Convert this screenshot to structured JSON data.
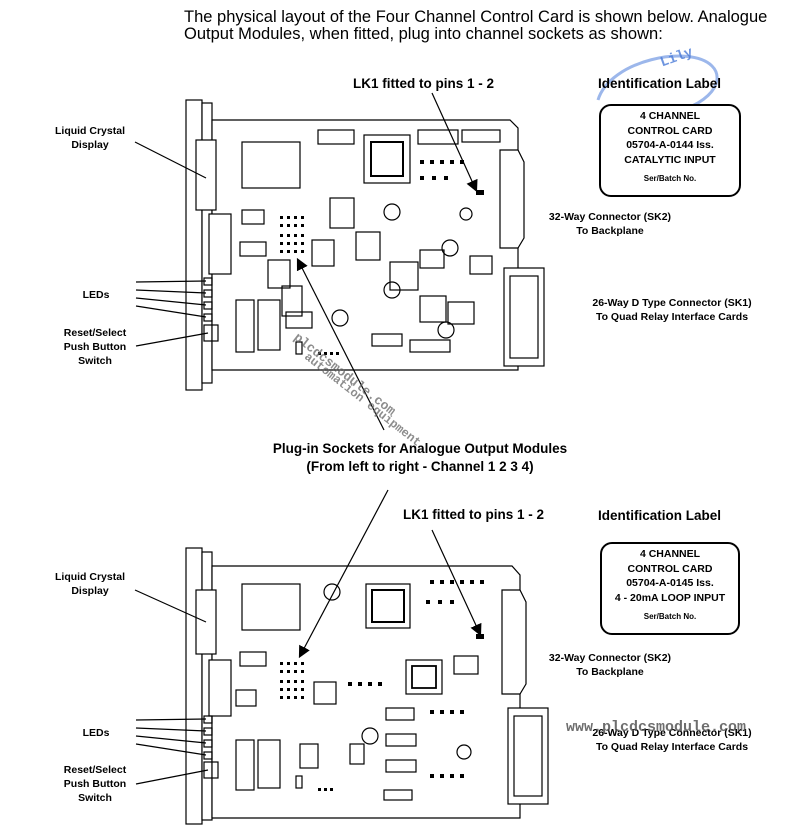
{
  "intro_text": "The physical layout of the Four Channel Control Card is shown below. Analogue Output Modules, when fitted, plug into channel sockets as shown:",
  "top_figure": {
    "lk1": "LK1 fitted to pins 1 - 2",
    "id_title": "Identification Label",
    "id_lines": [
      "4 CHANNEL",
      "CONTROL CARD",
      "05704-A-0144   Iss.",
      "CATALYTIC INPUT"
    ],
    "id_serial": "Ser/Batch No.",
    "lcd": [
      "Liquid Crystal",
      "Display"
    ],
    "leds": "LEDs",
    "reset": [
      "Reset/Select",
      "Push Button",
      "Switch"
    ],
    "sk2": [
      "32-Way Connector (SK2)",
      "To Backplane"
    ],
    "sk1": [
      "26-Way D Type Connector (SK1)",
      "To Quad Relay Interface Cards"
    ]
  },
  "sockets_label": [
    "Plug-in Sockets for Analogue Output Modules",
    "(From left to right - Channel 1  2  3  4)"
  ],
  "bottom_figure": {
    "lk1": "LK1 fitted to pins 1 - 2",
    "id_title": "Identification Label",
    "id_lines": [
      "4 CHANNEL",
      "CONTROL CARD",
      "05704-A-0145   Iss.",
      "4 - 20mA LOOP INPUT"
    ],
    "id_serial": "Ser/Batch No.",
    "lcd": [
      "Liquid Crystal",
      "Display"
    ],
    "leds": "LEDs",
    "reset": [
      "Reset/Select",
      "Push Button",
      "Switch"
    ],
    "sk2": [
      "32-Way Connector (SK2)",
      "To Backplane"
    ],
    "sk1": [
      "26-Way D Type Connector (SK1)",
      "To Quad Relay Interface Cards"
    ]
  },
  "watermarks": {
    "logo": "Lily",
    "diagonal_1": "plcdcsmodule.com",
    "diagonal_2": "automation equipment",
    "url": "www.plcdcsmodule.com"
  }
}
